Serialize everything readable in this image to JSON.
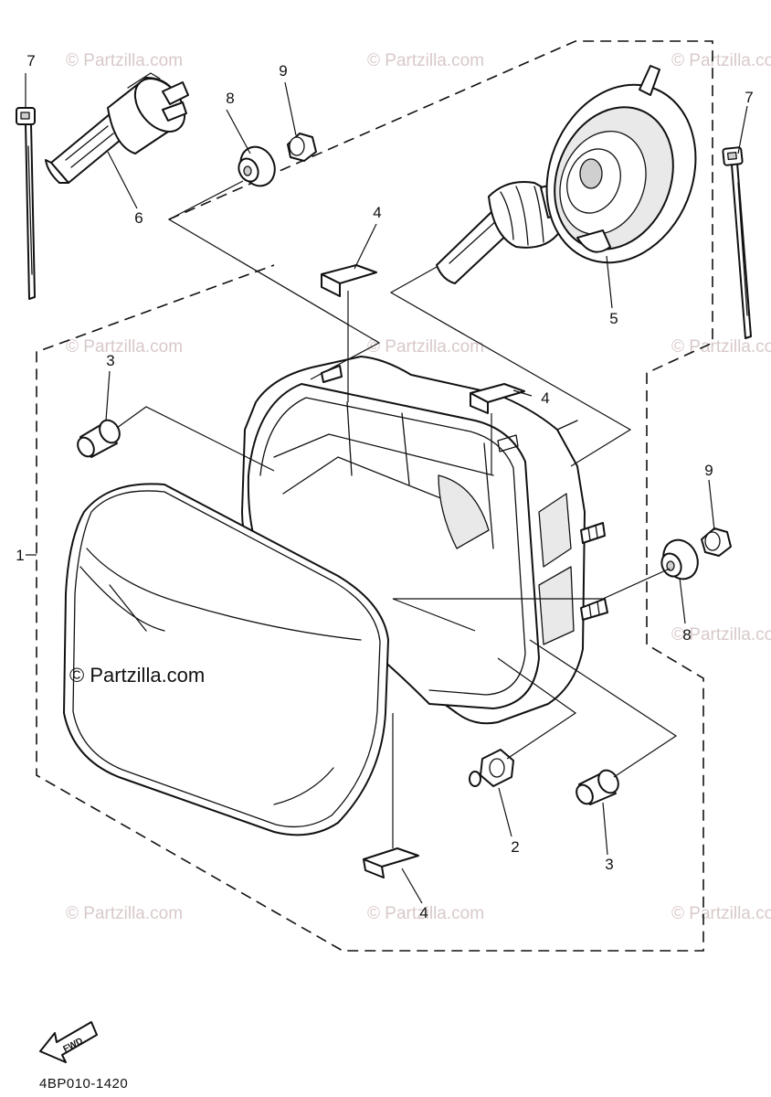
{
  "watermark": "© Partzilla.com",
  "diagram_code": "4BP010-1420",
  "fwd_label": "FWD",
  "callouts": {
    "c1": "1",
    "c2": "2",
    "c3a": "3",
    "c3b": "3",
    "c4a": "4",
    "c4b": "4",
    "c4c": "4",
    "c5": "5",
    "c6": "6",
    "c7a": "7",
    "c7b": "7",
    "c8a": "8",
    "c8b": "8",
    "c9a": "9",
    "c9b": "9"
  }
}
